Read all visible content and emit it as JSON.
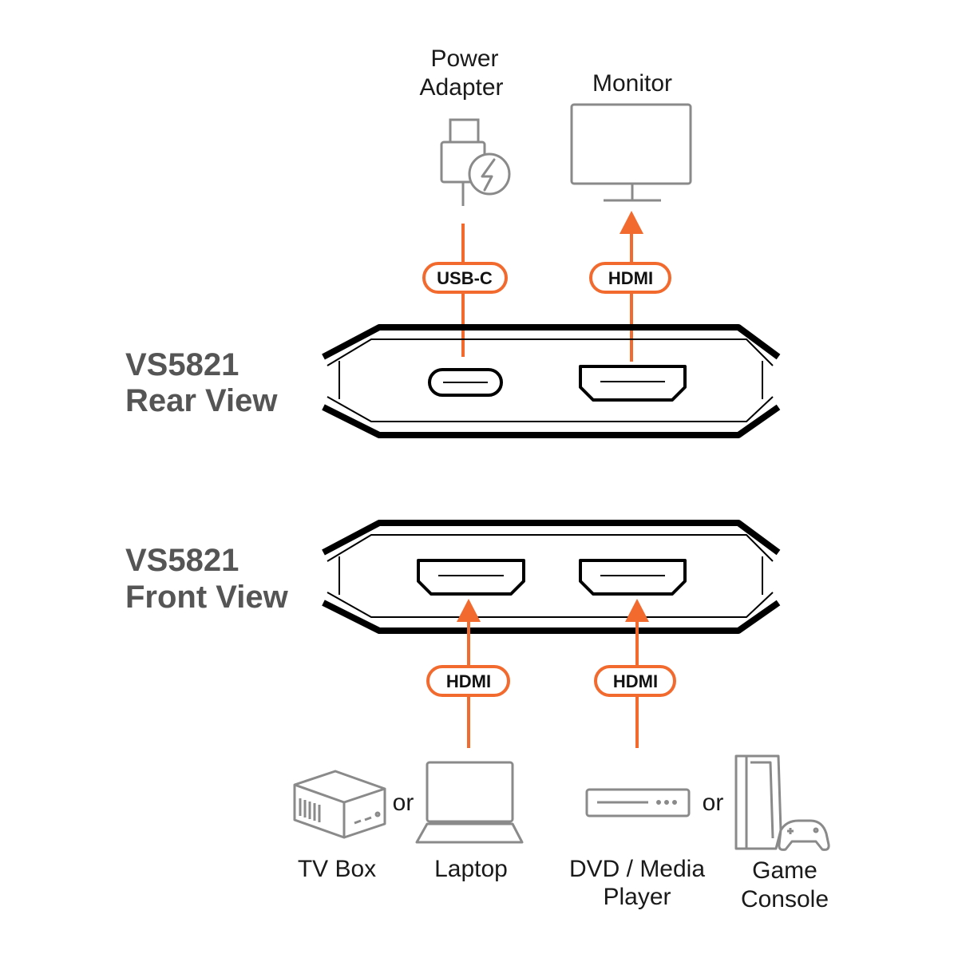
{
  "colors": {
    "accent": "#f26a2e",
    "outline": "#000000",
    "icon_gray": "#8a8a8a",
    "title_gray": "#555555",
    "text": "#1a1a1a"
  },
  "rear": {
    "title_line1": "VS5821",
    "title_line2": "Rear View",
    "power_adapter_line1": "Power",
    "power_adapter_line2": "Adapter",
    "monitor": "Monitor",
    "usbc_badge": "USB-C",
    "hdmi_out_badge": "HDMI"
  },
  "front": {
    "title_line1": "VS5821",
    "title_line2": "Front View",
    "hdmi_in1_badge": "HDMI",
    "hdmi_in2_badge": "HDMI"
  },
  "sources": {
    "tv_box": "TV Box",
    "or_1": "or",
    "laptop": "Laptop",
    "dvd_line1": "DVD / Media",
    "dvd_line2": "Player",
    "or_2": "or",
    "game_line1": "Game",
    "game_line2": "Console"
  },
  "icons": {
    "power_adapter": "usb-c-power-adapter-icon",
    "monitor": "monitor-icon",
    "tv_box": "tv-box-icon",
    "laptop": "laptop-icon",
    "dvd_player": "dvd-player-icon",
    "game_console": "game-console-icon"
  }
}
